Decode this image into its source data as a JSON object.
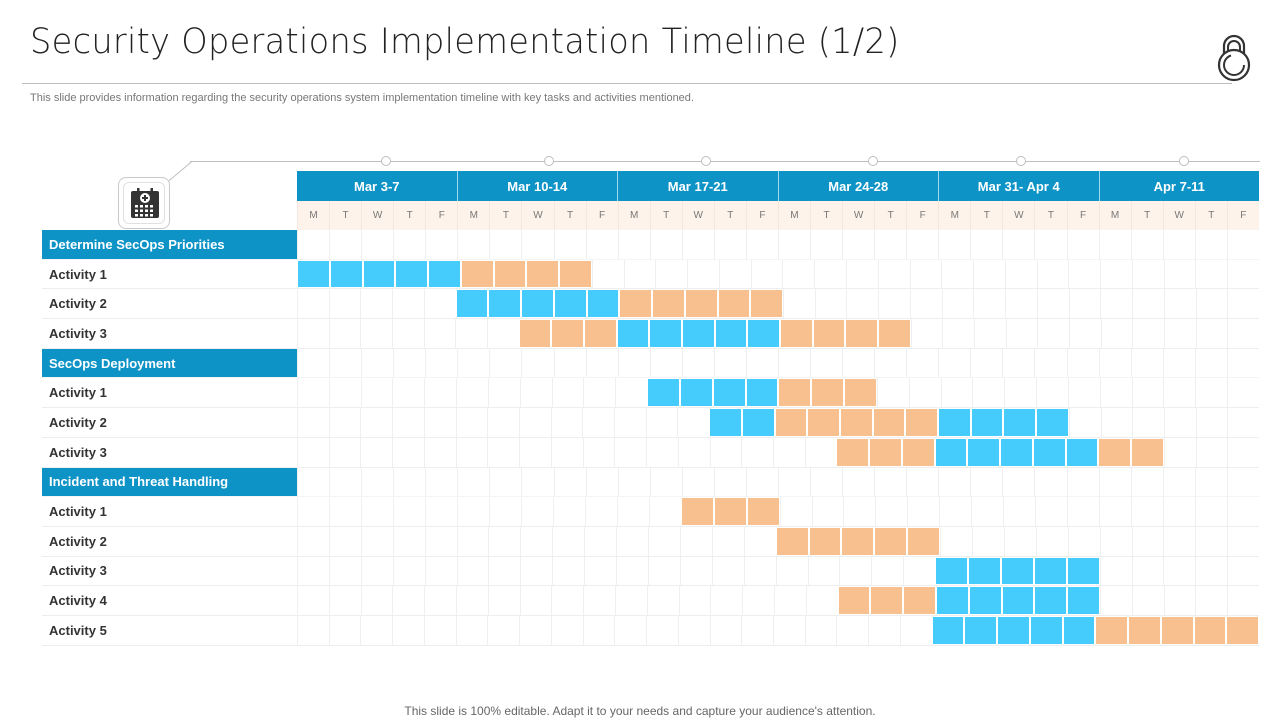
{
  "header": {
    "title": "Security Operations Implementation Timeline (1/2)",
    "subtitle": "This slide provides information regarding the security operations system implementation timeline with key tasks and activities mentioned.",
    "icon": "padlock-icon"
  },
  "footer": {
    "text": "This slide is 100% editable. Adapt it to your needs and capture your audience's attention."
  },
  "colors": {
    "header_blue": "#0e93c7",
    "task_blue": "#45cbfc",
    "task_orange": "#f8bf8f",
    "day_row_bg": "#fdf3ea"
  },
  "weeks": [
    "Mar 3-7",
    "Mar 10-14",
    "Mar 17-21",
    "Mar 24-28",
    "Mar 31- Apr 4",
    "Apr 7-11"
  ],
  "days": [
    "M",
    "T",
    "W",
    "T",
    "F",
    "M",
    "T",
    "W",
    "T",
    "F",
    "M",
    "T",
    "W",
    "T",
    "F",
    "M",
    "T",
    "W",
    "T",
    "F",
    "M",
    "T",
    "W",
    "T",
    "F",
    "M",
    "T",
    "W",
    "T",
    "F"
  ],
  "rows": [
    {
      "type": "section",
      "label": "Determine SecOps Priorities",
      "spans": []
    },
    {
      "type": "activity",
      "label": "Activity  1",
      "spans": [
        {
          "color": "blue",
          "start": 0,
          "end": 4
        },
        {
          "color": "orange",
          "start": 5,
          "end": 8
        }
      ]
    },
    {
      "type": "activity",
      "label": "Activity  2",
      "spans": [
        {
          "color": "blue",
          "start": 5,
          "end": 9
        },
        {
          "color": "orange",
          "start": 10,
          "end": 14
        }
      ]
    },
    {
      "type": "activity",
      "label": "Activity  3",
      "spans": [
        {
          "color": "orange",
          "start": 7,
          "end": 9
        },
        {
          "color": "blue",
          "start": 10,
          "end": 14
        },
        {
          "color": "orange",
          "start": 15,
          "end": 18
        }
      ]
    },
    {
      "type": "section",
      "label": "SecOps Deployment",
      "spans": []
    },
    {
      "type": "activity",
      "label": "Activity  1",
      "spans": [
        {
          "color": "blue",
          "start": 11,
          "end": 14
        },
        {
          "color": "orange",
          "start": 15,
          "end": 17
        }
      ]
    },
    {
      "type": "activity",
      "label": "Activity  2",
      "spans": [
        {
          "color": "blue",
          "start": 13,
          "end": 14
        },
        {
          "color": "orange",
          "start": 15,
          "end": 19
        },
        {
          "color": "blue",
          "start": 20,
          "end": 23
        }
      ]
    },
    {
      "type": "activity",
      "label": "Activity  3",
      "spans": [
        {
          "color": "orange",
          "start": 17,
          "end": 19
        },
        {
          "color": "blue",
          "start": 20,
          "end": 24
        },
        {
          "color": "orange",
          "start": 25,
          "end": 26
        }
      ]
    },
    {
      "type": "section",
      "label": "Incident and Threat Handling",
      "spans": []
    },
    {
      "type": "activity",
      "label": "Activity  1",
      "spans": [
        {
          "color": "orange",
          "start": 12,
          "end": 14
        }
      ]
    },
    {
      "type": "activity",
      "label": "Activity  2",
      "spans": [
        {
          "color": "orange",
          "start": 15,
          "end": 19
        }
      ]
    },
    {
      "type": "activity",
      "label": "Activity  3",
      "spans": [
        {
          "color": "blue",
          "start": 20,
          "end": 24
        }
      ]
    },
    {
      "type": "activity",
      "label": "Activity  4",
      "spans": [
        {
          "color": "orange",
          "start": 17,
          "end": 19
        },
        {
          "color": "blue",
          "start": 20,
          "end": 24
        }
      ]
    },
    {
      "type": "activity",
      "label": "Activity  5",
      "spans": [
        {
          "color": "blue",
          "start": 20,
          "end": 24
        },
        {
          "color": "orange",
          "start": 25,
          "end": 29
        }
      ]
    }
  ],
  "chart_data": {
    "type": "gantt",
    "title": "Security Operations Implementation Timeline (1/2)",
    "x_categories_weeks": [
      "Mar 3-7",
      "Mar 10-14",
      "Mar 17-21",
      "Mar 24-28",
      "Mar 31- Apr 4",
      "Apr 7-11"
    ],
    "x_days_per_week": [
      "M",
      "T",
      "W",
      "T",
      "F"
    ],
    "legend": [],
    "tasks": [
      {
        "group": "Determine SecOps Priorities",
        "name": "Activity 1",
        "blue_days": [
          [
            0,
            4
          ]
        ],
        "orange_days": [
          [
            5,
            8
          ]
        ]
      },
      {
        "group": "Determine SecOps Priorities",
        "name": "Activity 2",
        "blue_days": [
          [
            5,
            9
          ]
        ],
        "orange_days": [
          [
            10,
            14
          ]
        ]
      },
      {
        "group": "Determine SecOps Priorities",
        "name": "Activity 3",
        "blue_days": [
          [
            10,
            14
          ]
        ],
        "orange_days": [
          [
            7,
            9
          ],
          [
            15,
            18
          ]
        ]
      },
      {
        "group": "SecOps Deployment",
        "name": "Activity 1",
        "blue_days": [
          [
            11,
            14
          ]
        ],
        "orange_days": [
          [
            15,
            17
          ]
        ]
      },
      {
        "group": "SecOps Deployment",
        "name": "Activity 2",
        "blue_days": [
          [
            13,
            14
          ],
          [
            20,
            23
          ]
        ],
        "orange_days": [
          [
            15,
            19
          ]
        ]
      },
      {
        "group": "SecOps Deployment",
        "name": "Activity 3",
        "blue_days": [
          [
            20,
            24
          ]
        ],
        "orange_days": [
          [
            17,
            19
          ],
          [
            25,
            26
          ]
        ]
      },
      {
        "group": "Incident and Threat Handling",
        "name": "Activity 1",
        "blue_days": [],
        "orange_days": [
          [
            12,
            14
          ]
        ]
      },
      {
        "group": "Incident and Threat Handling",
        "name": "Activity 2",
        "blue_days": [],
        "orange_days": [
          [
            15,
            19
          ]
        ]
      },
      {
        "group": "Incident and Threat Handling",
        "name": "Activity 3",
        "blue_days": [
          [
            20,
            24
          ]
        ],
        "orange_days": []
      },
      {
        "group": "Incident and Threat Handling",
        "name": "Activity 4",
        "blue_days": [
          [
            20,
            24
          ]
        ],
        "orange_days": [
          [
            17,
            19
          ]
        ]
      },
      {
        "group": "Incident and Threat Handling",
        "name": "Activity 5",
        "blue_days": [
          [
            20,
            24
          ]
        ],
        "orange_days": [
          [
            25,
            29
          ]
        ]
      }
    ],
    "note": "Day indices are 0-based across 30 weekdays (Mar 3 = 0 ... Apr 11 = 29)."
  }
}
